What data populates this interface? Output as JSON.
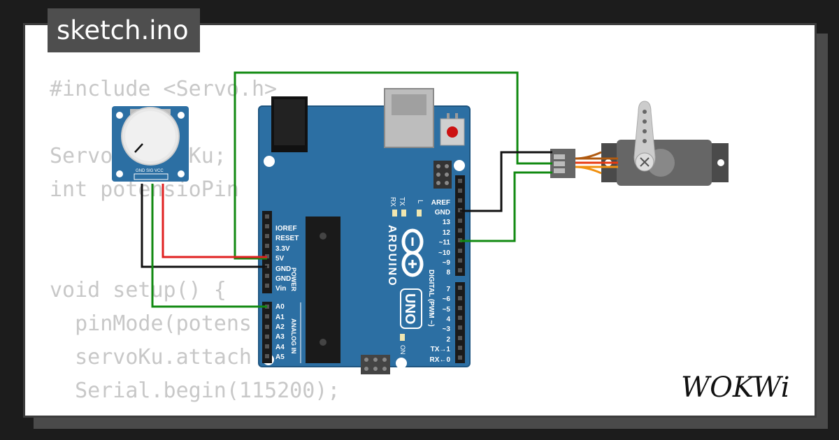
{
  "file_tab": {
    "title": "sketch.ino"
  },
  "code": {
    "lines": [
      "#include <Servo.h>",
      "",
      "Servo servoKu;",
      "int potensioPin",
      "",
      "",
      "void setup() {",
      "  pinMode(potens",
      "  servoKu.attach",
      "  Serial.begin(115200);"
    ]
  },
  "arduino": {
    "brand": "ARDUINO",
    "model": "UNO",
    "led_tx": "TX",
    "led_rx": "RX",
    "led_l": "L",
    "led_on": "ON",
    "power_pins": [
      "IOREF",
      "RESET",
      "3.3V",
      "5V",
      "GND",
      "GND",
      "Vin"
    ],
    "power_label": "POWER",
    "analog_pins": [
      "A0",
      "A1",
      "A2",
      "A3",
      "A4",
      "A5"
    ],
    "analog_label": "ANALOG IN",
    "digital_pins_top": [
      "AREF",
      "GND",
      "13",
      "12",
      "~11",
      "~10",
      "~9",
      "8"
    ],
    "digital_pins_bottom": [
      "7",
      "~6",
      "~5",
      "4",
      "~3",
      "2",
      "TX→1",
      "RX←0"
    ],
    "digital_label": "DIGITAL (PWM ~)"
  },
  "potentiometer": {
    "pin_labels": "GND SIG VCC"
  },
  "logo": {
    "text": "WOKWi"
  },
  "colors": {
    "board_blue": "#2c6fa3",
    "wire_green": "#118a11",
    "wire_red": "#e02020",
    "wire_black": "#111111",
    "code_gray": "#c8c8c8",
    "tab_bg": "#4e4e4e",
    "frame": "#3d3d3d"
  }
}
